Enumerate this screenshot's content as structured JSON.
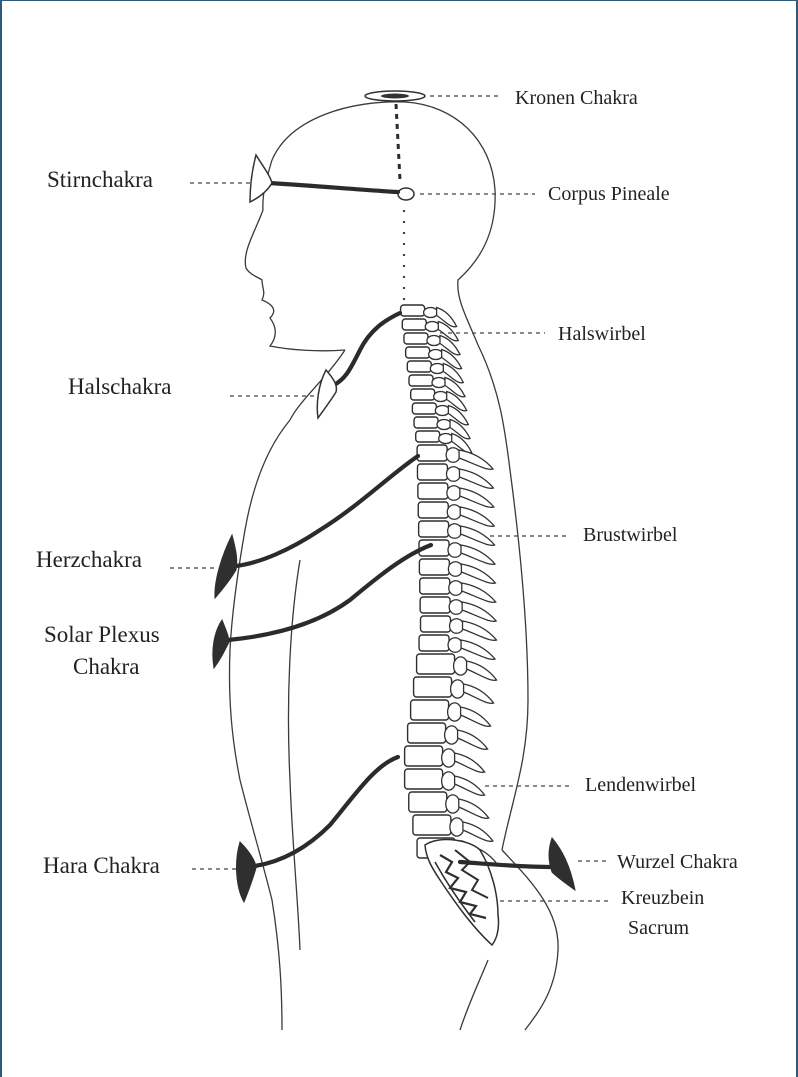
{
  "labels": {
    "kronen": "Kronen Chakra",
    "stirn": "Stirnchakra",
    "corpus": "Corpus Pineale",
    "halswirbel": "Halswirbel",
    "halschakra": "Halschakra",
    "herz": "Herzchakra",
    "brustwirbel": "Brustwirbel",
    "solar_1": "Solar Plexus",
    "solar_2": "Chakra",
    "lendenwirbel": "Lendenwirbel",
    "hara": "Hara Chakra",
    "wurzel": "Wurzel Chakra",
    "kreuzbein_1": "Kreuzbein",
    "kreuzbein_2": "Sacrum"
  },
  "colors": {
    "frame": "#2c5a78",
    "ink": "#2f2f2f",
    "background": "#ffffff"
  }
}
